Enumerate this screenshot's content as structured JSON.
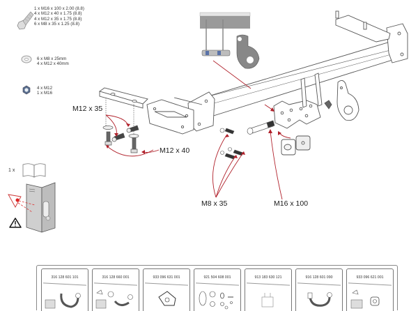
{
  "hardware_list": {
    "bolts": [
      "1 x M16 x 100 x 2.00 (8.8)",
      "4 x M12 x 40 x 1.75 (8.8)",
      "4 x M12 x 35 x 1.75 (8.8)",
      "6 x M8 x 35 x 1.25 (8.8)"
    ],
    "washers": [
      "6 x M8 x 25mm",
      "4 x M12 x 40mm"
    ],
    "nuts": [
      "4 x M12",
      "1 x M16"
    ],
    "manual": "1 x"
  },
  "callouts": {
    "m12x35": "M12 x 35",
    "m12x40": "M12 x 40",
    "m8x35": "M8 x 35",
    "m16x100": "M16 x 100"
  },
  "colors": {
    "arrow": "#b0202a",
    "line": "#555555"
  },
  "parts_strip": [
    {
      "part_number": "316 128 601 101",
      "icon": "towball-neck-with-label-icon"
    },
    {
      "part_number": "316 128 660 001",
      "icon": "detachable-towball-kit-icon"
    },
    {
      "part_number": "933 096 631 001",
      "icon": "mounting-plate-icon"
    },
    {
      "part_number": "921 504 608 001",
      "icon": "small-parts-set-icon"
    },
    {
      "part_number": "913 183 630 121",
      "icon": "electrical-socket-icon"
    },
    {
      "part_number": "916 128 601 090",
      "icon": "towball-neck-icon"
    },
    {
      "part_number": "933 096 621 001",
      "icon": "receiver-kit-icon"
    }
  ]
}
